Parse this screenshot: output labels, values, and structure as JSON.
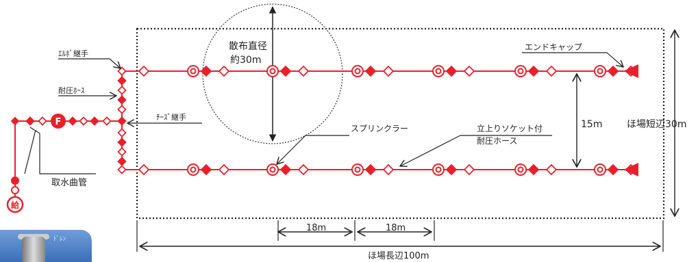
{
  "labels": {
    "spray_diameter_line1": "散布直径",
    "spray_diameter_line2": "約30m",
    "end_cap": "エンドキャップ",
    "elbow_joint": "ｴﾙﾎﾞ継手",
    "pressure_hose": "耐圧ﾎｰｽ",
    "tee_joint": "ﾁｰｽﾞ継手",
    "intake_pipe": "取水曲管",
    "sprinkler": "スプリンクラー",
    "riser_socket_line1": "立上りソケット付",
    "riser_socket_line2": "耐圧ホース",
    "spacing_15m": "15m",
    "field_short_side": "ほ場短辺30m",
    "spacing_18m_a": "18m",
    "spacing_18m_b": "18m",
    "field_long_side": "ほ場長辺100m",
    "water_supply_symbol": "給",
    "filter_symbol": "F",
    "thumbnail_tag": "ﾄﾞﾚﾝ"
  },
  "colors": {
    "pipe": "#e8202a",
    "ink": "#222222",
    "thumbnail_bg": "#4a7fc4"
  }
}
